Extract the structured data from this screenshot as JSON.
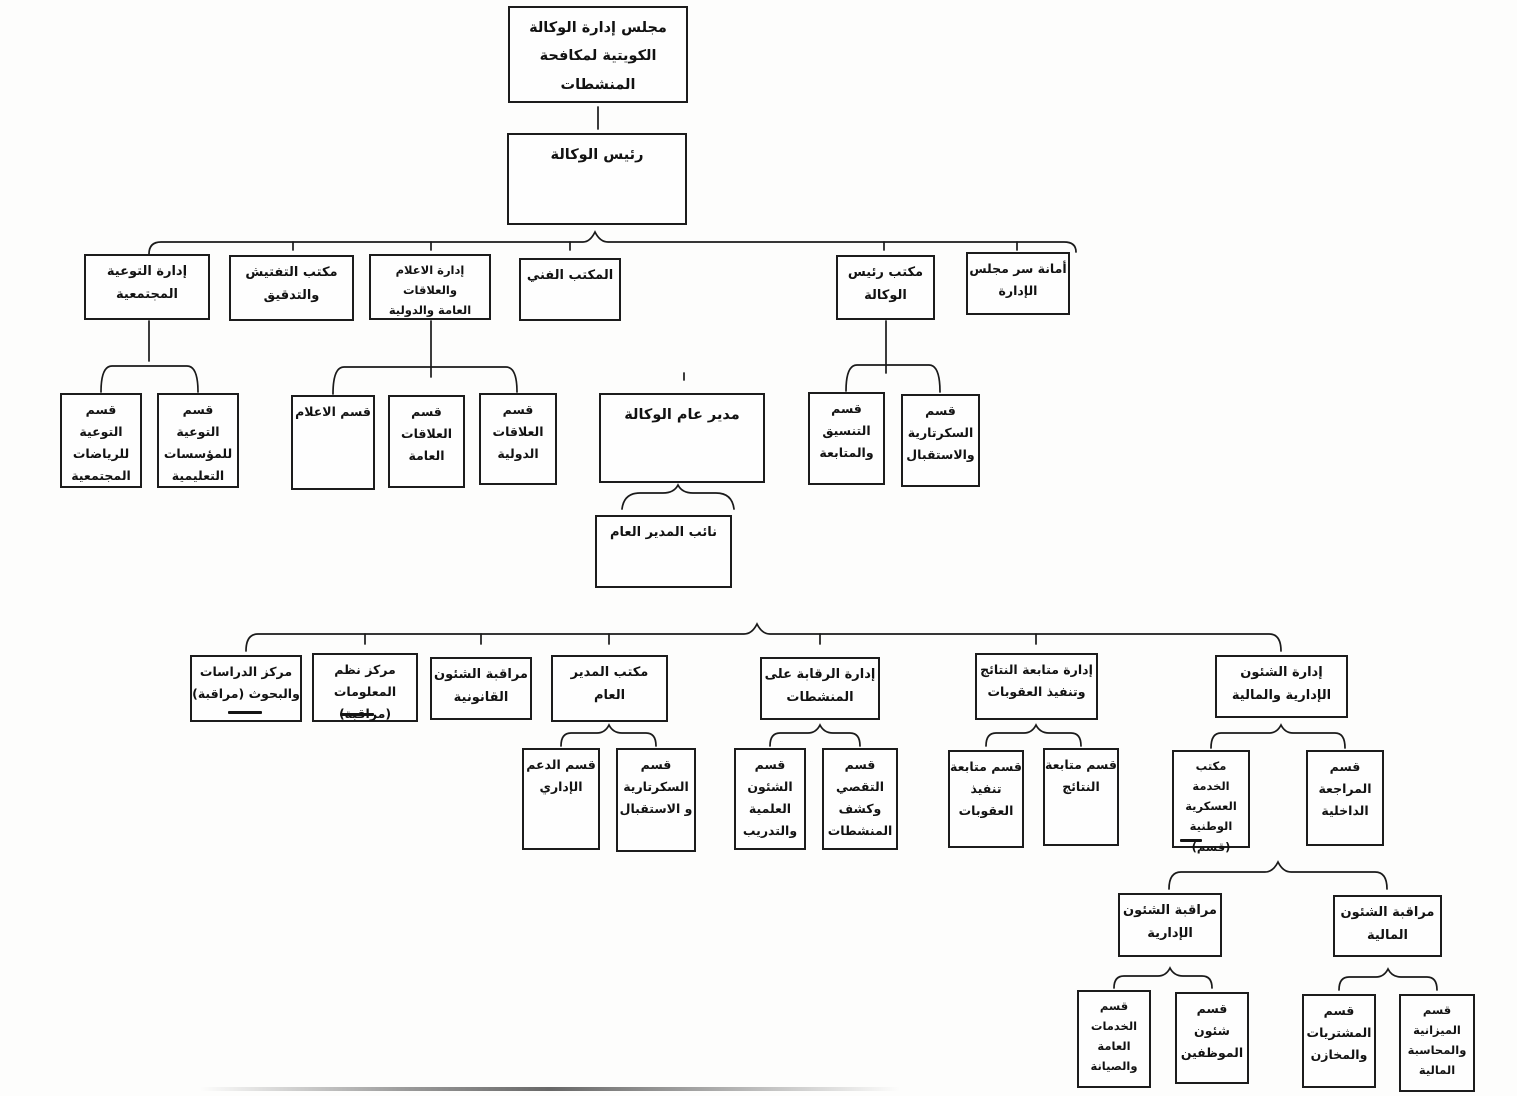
{
  "org_chart": {
    "title_note": "Scanned organizational chart of the Kuwaiti Anti-Doping Agency",
    "line_color": "#1a1a1a",
    "box_border_color": "#1c1c1c",
    "nodes": {
      "board": {
        "label": "مجلس إدارة الوكالة\nالكويتية لمكافحة\nالمنشطات"
      },
      "president": {
        "label": "رئيس الوكالة"
      },
      "awareness_dept": {
        "label": "إدارة التوعية\nالمجتمعية"
      },
      "inspection_office": {
        "label": "مكتب التفتيش\nوالتدقيق"
      },
      "media_dept": {
        "label": "إدارة الاعلام والعلاقات\nالعامة والدولية"
      },
      "technical_office": {
        "label": "المكتب الفني"
      },
      "president_office": {
        "label": "مكتب رئيس\nالوكالة"
      },
      "board_secretariat": {
        "label": "أمانة سر مجلس\nالإدارة"
      },
      "community_sports_awareness": {
        "label": "قسم التوعية\nللرياضات\nالمجتمعية"
      },
      "educational_awareness": {
        "label": "قسم التوعية\nللمؤسسات\nالتعليمية"
      },
      "media_section": {
        "label": "قسم الاعلام"
      },
      "public_relations_section": {
        "label": "قسم العلاقات\nالعامة"
      },
      "international_relations_section": {
        "label": "قسم العلاقات\nالدولية"
      },
      "director_general": {
        "label": "مدير عام الوكالة"
      },
      "coordination_section": {
        "label": "قسم التنسيق\nوالمتابعة"
      },
      "secretariat_reception_section": {
        "label": "قسم\nالسكرتارية\nوالاستقبال"
      },
      "deputy_director_general": {
        "label": "نائب المدير العام"
      },
      "studies_research_center": {
        "label": "مركز الدراسات\nوالبحوث (مراقبة)"
      },
      "information_systems_center": {
        "label": "مركز نظم\nالمعلومات (مراقبة)"
      },
      "legal_affairs_control": {
        "label": "مراقبة الشئون\nالقانونية"
      },
      "dg_office": {
        "label": "مكتب المدير\nالعام"
      },
      "doping_control_dept": {
        "label": "إدارة الرقابة على\nالمنشطات"
      },
      "results_sanctions_dept": {
        "label": "إدارة متابعة النتائج\nوتنفيذ العقوبات"
      },
      "admin_financial_dept": {
        "label": "إدارة الشئون\nالإدارية والمالية"
      },
      "admin_support_section": {
        "label": "قسم الدعم\nالإداري"
      },
      "dg_secretariat_reception_section": {
        "label": "قسم\nالسكرتارية\nو الاستقبال"
      },
      "scientific_affairs_section": {
        "label": "قسم الشئون\nالعلمية\nوالتدريب"
      },
      "investigation_detection_section": {
        "label": "قسم التقصي\nوكشف\nالمنشطات"
      },
      "sanctions_followup_section": {
        "label": "قسم متابعة\nتنفيذ\nالعقوبات"
      },
      "results_followup_section": {
        "label": "قسم متابعة\nالنتائج"
      },
      "national_service_office": {
        "label": "مكتب\nالخدمة\nالعسكرية\nالوطنية (قسم)"
      },
      "internal_audit_section": {
        "label": "قسم\nالمراجعة\nالداخلية"
      },
      "admin_affairs_control": {
        "label": "مراقبة الشئون\nالإدارية"
      },
      "financial_affairs_control": {
        "label": "مراقبة الشئون\nالمالية"
      },
      "general_services_section": {
        "label": "قسم الخدمات\nالعامة\nوالصيانة"
      },
      "personnel_section": {
        "label": "قسم شئون\nالموظفين"
      },
      "purchasing_section": {
        "label": "قسم\nالمشتريات\nوالمخازن"
      },
      "budget_accounting_section": {
        "label": "قسم\nالميزانية\nوالمحاسبة\nالمالية"
      }
    }
  }
}
